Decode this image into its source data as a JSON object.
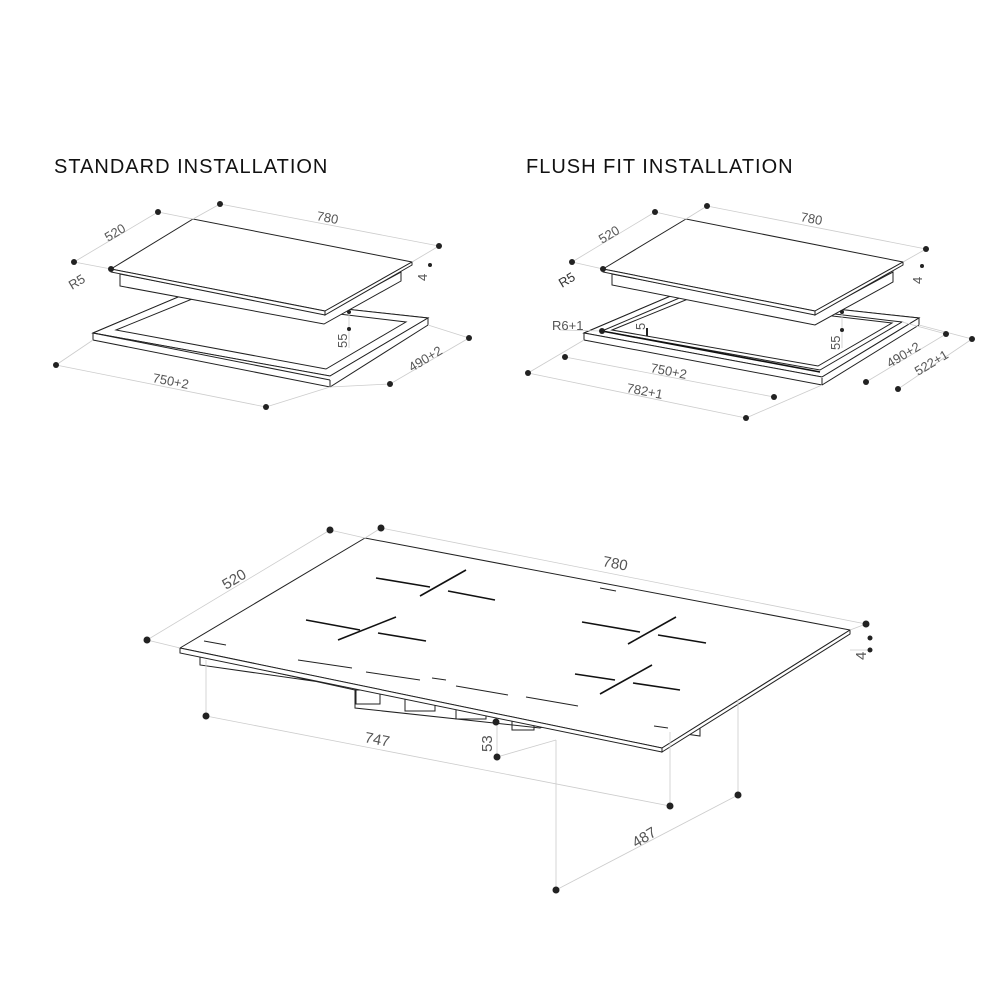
{
  "titles": {
    "standard": "STANDARD INSTALLATION",
    "flush": "FLUSH FIT INSTALLATION"
  },
  "standard": {
    "depth": "520",
    "width": "780",
    "radius": "R5",
    "thickness": "4",
    "height": "55",
    "cutout_width": "750+2",
    "cutout_depth": "490+2"
  },
  "flush": {
    "depth": "520",
    "width": "780",
    "radius": "R5",
    "thickness": "4",
    "height": "55",
    "recess_radius": "R6+1",
    "recess_depth": "5",
    "cutout_width": "750+2",
    "recess_width": "782+1",
    "cutout_depth": "490+2",
    "recess_depth_outer": "522+1"
  },
  "hob": {
    "depth": "520",
    "width": "780",
    "thickness": "4",
    "body_width": "747",
    "body_height": "53",
    "body_depth": "487"
  }
}
